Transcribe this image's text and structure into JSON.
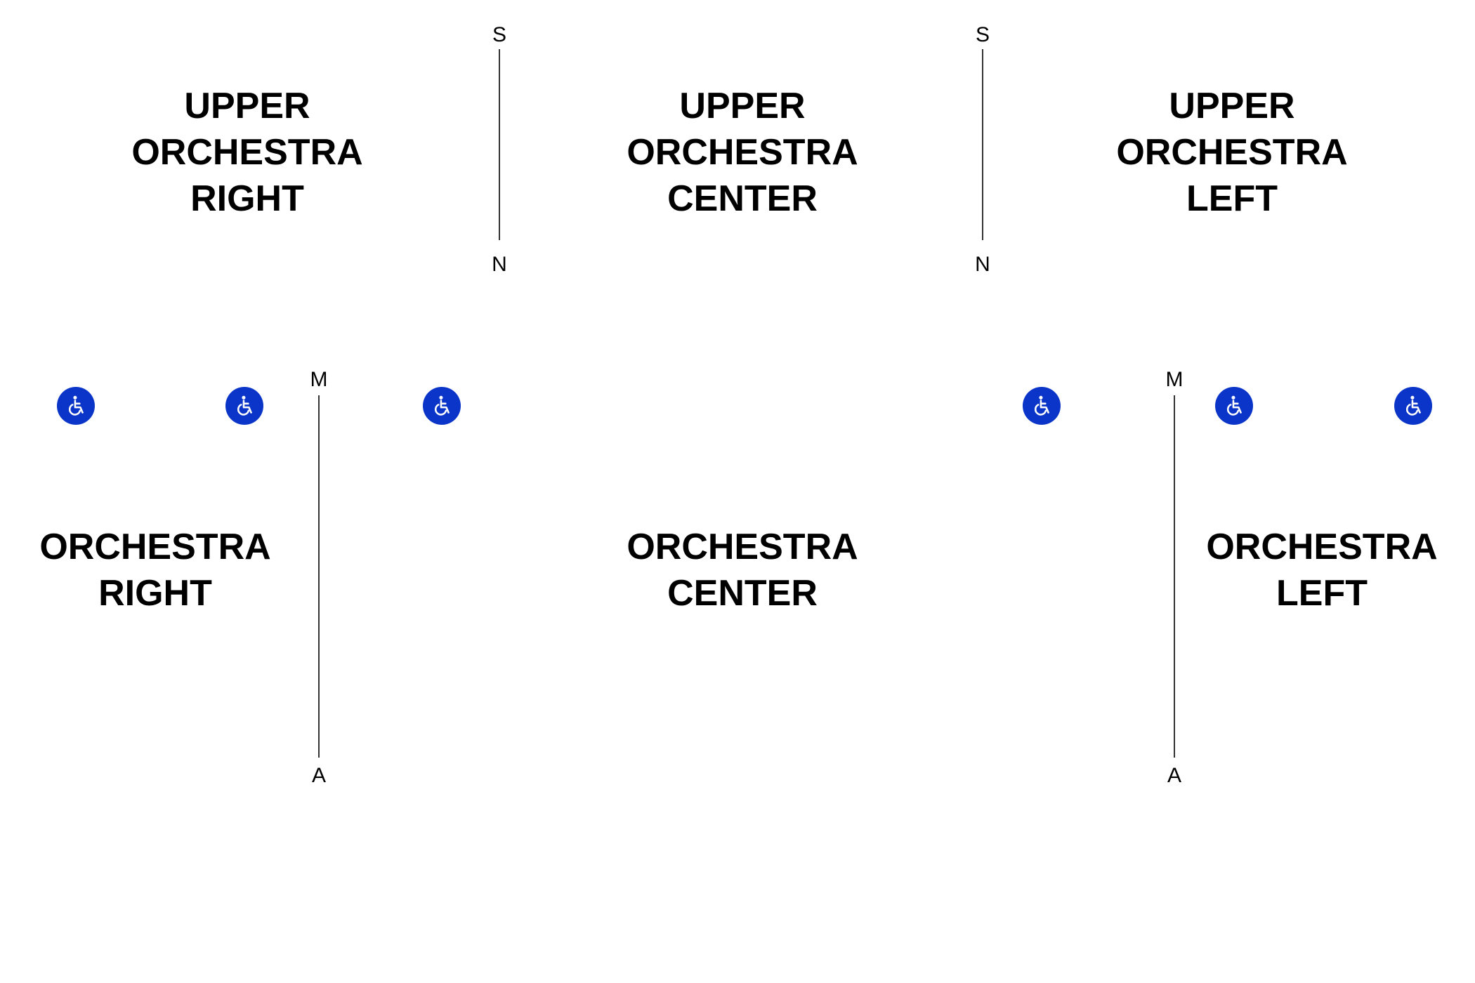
{
  "accent_color": "#0a35c8",
  "icon": "wheelchair-accessible-icon",
  "sections": {
    "upper_right": [
      "UPPER",
      "ORCHESTRA",
      "RIGHT"
    ],
    "upper_center": [
      "UPPER",
      "ORCHESTRA",
      "CENTER"
    ],
    "upper_left": [
      "UPPER",
      "ORCHESTRA",
      "LEFT"
    ],
    "orch_right": [
      "ORCHESTRA",
      "RIGHT"
    ],
    "orch_center": [
      "ORCHESTRA",
      "CENTER"
    ],
    "orch_left": [
      "ORCHESTRA",
      "LEFT"
    ]
  },
  "row_markers": {
    "upper_aisle_right": {
      "top": "S",
      "bottom": "N"
    },
    "upper_aisle_left": {
      "top": "S",
      "bottom": "N"
    },
    "orch_aisle_right": {
      "top": "M",
      "bottom": "A"
    },
    "orch_aisle_left": {
      "top": "M",
      "bottom": "A"
    }
  }
}
